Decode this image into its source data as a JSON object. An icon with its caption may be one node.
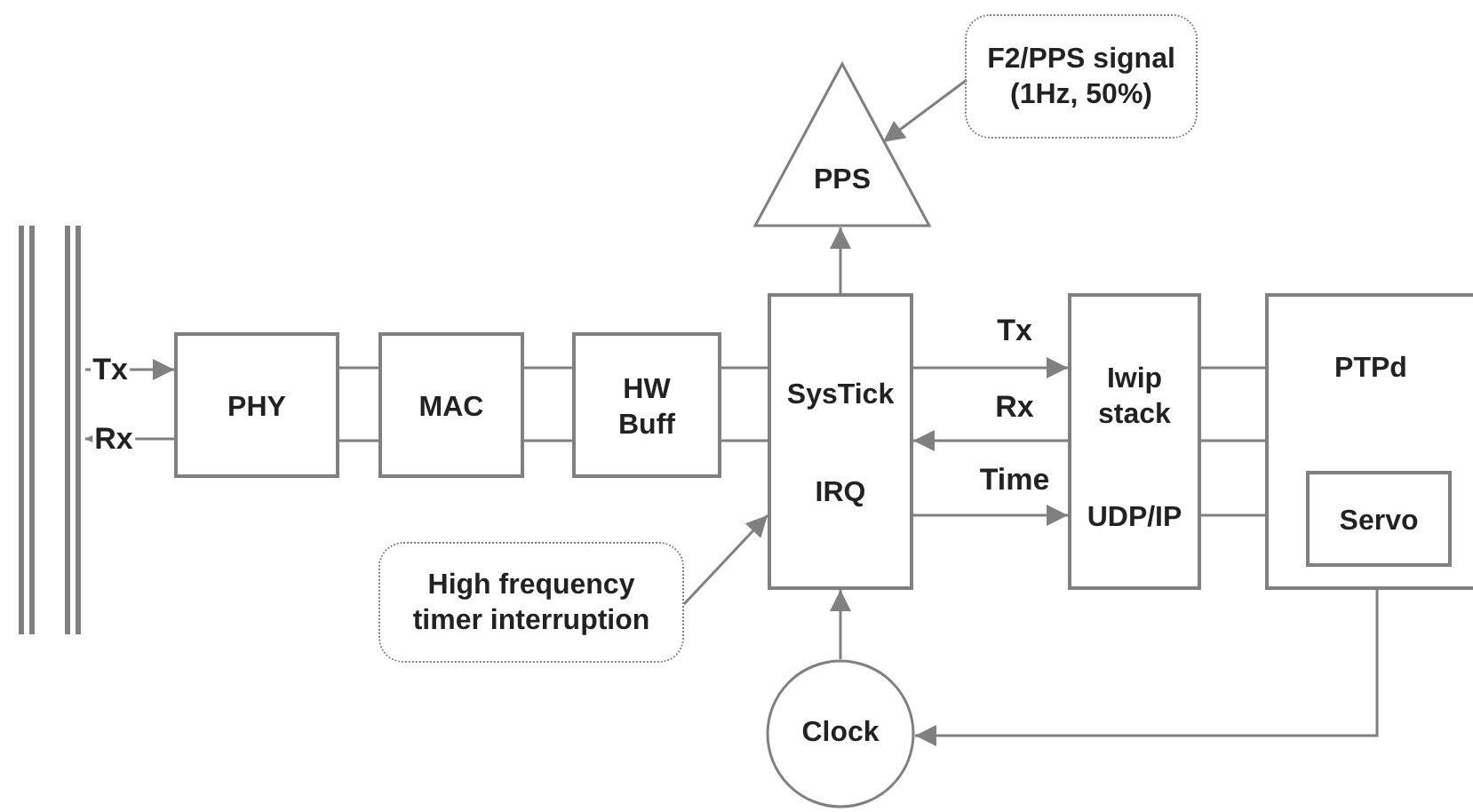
{
  "diagram": {
    "nodes": [
      {
        "text": [],
        "shape": "bar"
      },
      {
        "text": [
          "F2/PPS signal (1Hz, 50%)"
        ]
      },
      {
        "text": [
          "PPS"
        ]
      },
      {
        "text": [
          "PHY"
        ]
      },
      {
        "text": [
          "MAC"
        ]
      },
      {
        "text": [
          "HW Buff"
        ]
      },
      {
        "text": [
          "SysTick",
          "IRQ"
        ]
      },
      {
        "text": [
          "Iwip stack",
          "UDP/IP"
        ]
      },
      {
        "text": [
          "PTPd"
        ]
      },
      {
        "text": [
          "Servo"
        ],
        "in": 8
      },
      {
        "text": [
          "High frequency timer interruption"
        ]
      },
      {
        "text": [
          "Clock"
        ]
      }
    ],
    "edges": [
      {
        "from": 0,
        "to": 3,
        "arrow": "to",
        "label": "Tx"
      },
      {
        "from": 3,
        "to": 0,
        "arrow": "to",
        "label": "Rx"
      },
      {
        "from": 3,
        "to": 4,
        "arrow": "none"
      },
      {
        "from": 3,
        "to": 4,
        "arrow": "none"
      },
      {
        "from": 4,
        "to": 5,
        "arrow": "none"
      },
      {
        "from": 4,
        "to": 5,
        "arrow": "none"
      },
      {
        "from": 5,
        "to": 6,
        "arrow": "none"
      },
      {
        "from": 5,
        "to": 6,
        "arrow": "none"
      },
      {
        "from": 6,
        "to": 7,
        "arrow": "to",
        "label": "Tx"
      },
      {
        "from": 7,
        "to": 6,
        "arrow": "to",
        "label": "Rx"
      },
      {
        "from": 6,
        "to": 7,
        "arrow": "to",
        "label": "Time"
      },
      {
        "from": 7,
        "to": 8,
        "arrow": "none"
      },
      {
        "from": 7,
        "to": 8,
        "arrow": "none"
      },
      {
        "from": 7,
        "to": 8,
        "arrow": "none"
      },
      {
        "from": 6,
        "to": 2,
        "arrow": "to"
      },
      {
        "from": 1,
        "to": 2,
        "arrow": "to"
      },
      {
        "from": 10,
        "to": 6,
        "arrow": "to"
      },
      {
        "from": 11,
        "to": 6,
        "arrow": "to"
      },
      {
        "from": 9,
        "to": 11,
        "arrow": "to"
      }
    ]
  }
}
